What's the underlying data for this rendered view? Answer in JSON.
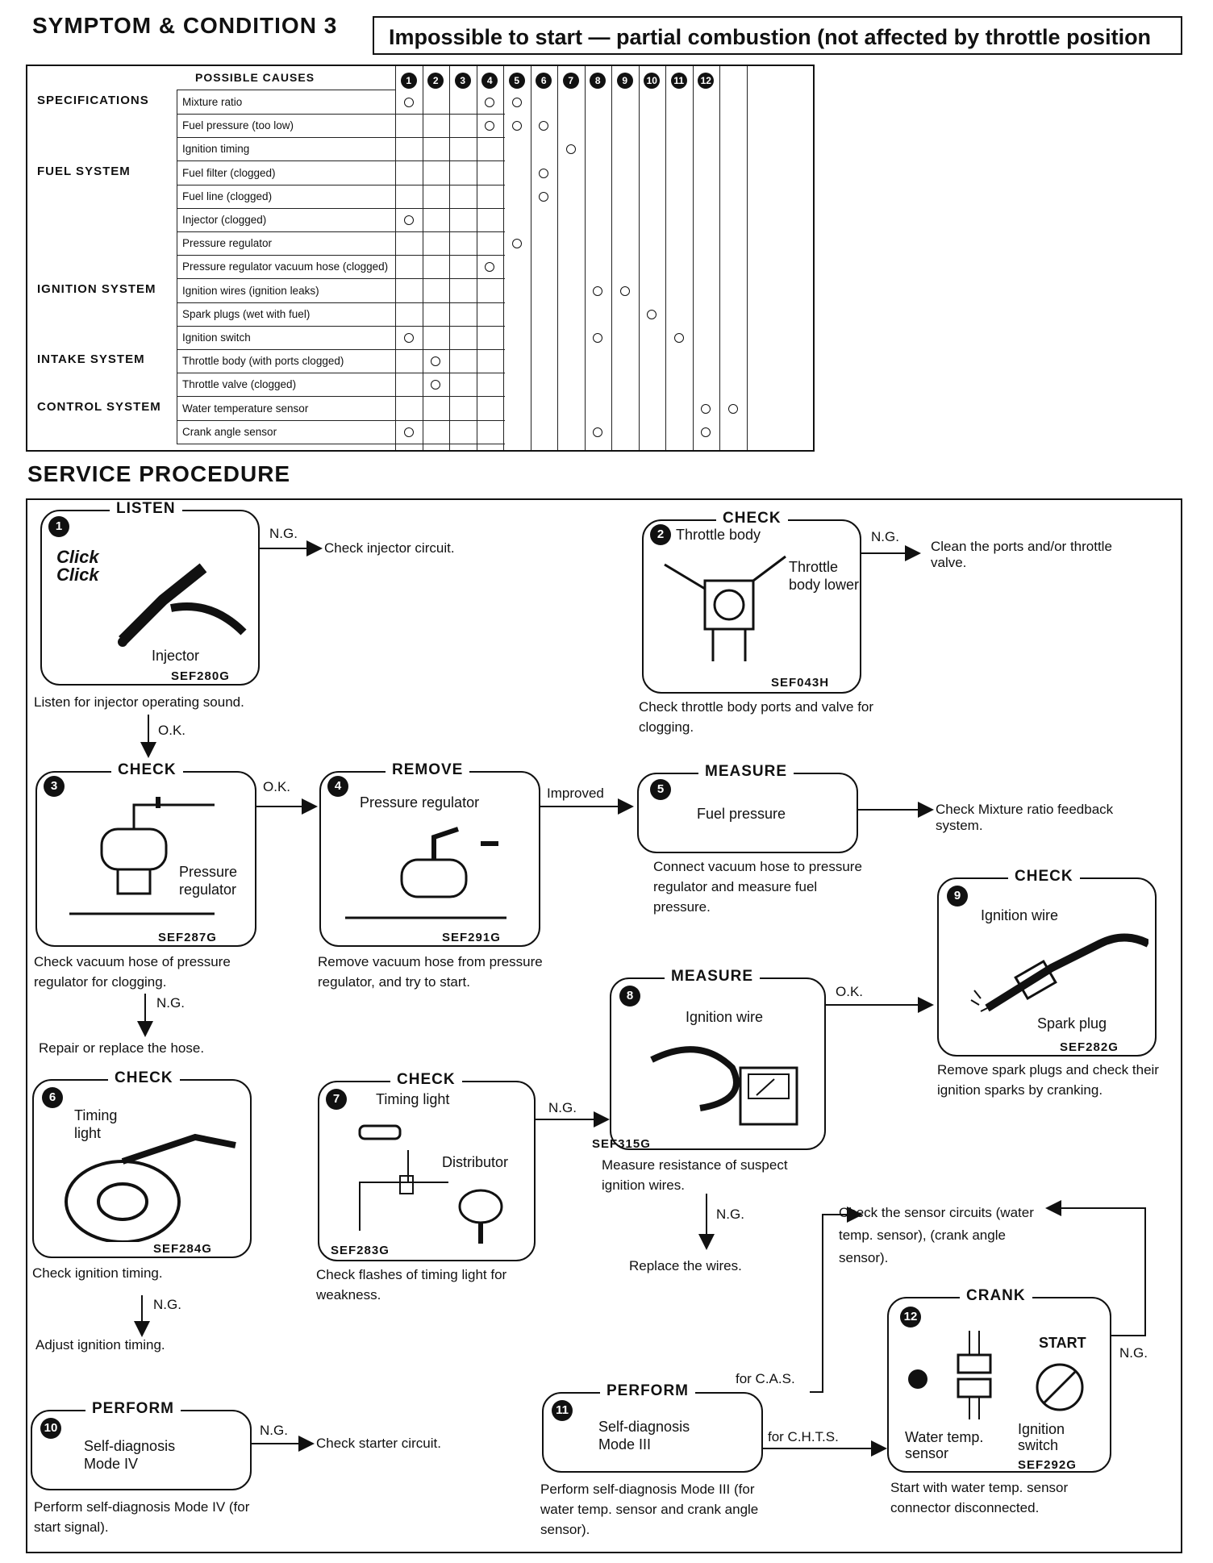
{
  "header": {
    "title": "SYMPTOM & CONDITION 3",
    "condition": "Impossible to start — partial combustion (not affected by throttle position"
  },
  "causes_table": {
    "heading": "POSSIBLE CAUSES",
    "columns": [
      "1",
      "2",
      "3",
      "4",
      "5",
      "6",
      "7",
      "8",
      "9",
      "10",
      "11",
      "12"
    ],
    "categories": [
      {
        "label": "SPECIFICATIONS",
        "row": 0
      },
      {
        "label": "FUEL SYSTEM",
        "row": 3
      },
      {
        "label": "IGNITION SYSTEM",
        "row": 8
      },
      {
        "label": "INTAKE SYSTEM",
        "row": 11
      },
      {
        "label": "CONTROL SYSTEM",
        "row": 13
      }
    ],
    "rows": [
      {
        "cause": "Mixture ratio",
        "marks": [
          1,
          4,
          5
        ]
      },
      {
        "cause": "Fuel pressure (too low)",
        "marks": [
          4,
          5,
          6
        ]
      },
      {
        "cause": "Ignition timing",
        "marks": [
          7
        ]
      },
      {
        "cause": "Fuel filter (clogged)",
        "marks": [
          6
        ]
      },
      {
        "cause": "Fuel line (clogged)",
        "marks": [
          6
        ]
      },
      {
        "cause": "Injector (clogged)",
        "marks": [
          1
        ]
      },
      {
        "cause": "Pressure regulator",
        "marks": [
          5
        ]
      },
      {
        "cause": "Pressure regulator vacuum hose (clogged)",
        "marks": [
          4
        ]
      },
      {
        "cause": "Ignition wires (ignition leaks)",
        "marks": [
          8,
          9
        ]
      },
      {
        "cause": "Spark plugs (wet with fuel)",
        "marks": [
          10
        ]
      },
      {
        "cause": "Ignition switch",
        "marks": [
          1,
          8,
          11
        ]
      },
      {
        "cause": "Throttle body (with ports clogged)",
        "marks": [
          2
        ]
      },
      {
        "cause": "Throttle valve (clogged)",
        "marks": [
          2
        ]
      },
      {
        "cause": "Water temperature sensor",
        "marks": [
          12,
          13
        ]
      },
      {
        "cause": "Crank angle sensor",
        "marks": [
          1,
          8,
          12
        ]
      }
    ]
  },
  "service": {
    "title": "SERVICE PROCEDURE",
    "steps": {
      "s1": {
        "num": "1",
        "label": "LISTEN",
        "inner": "Injector",
        "sound": "Click Click",
        "code": "SEF280G",
        "caption": "Listen for injector operating sound."
      },
      "s2": {
        "num": "2",
        "label": "CHECK",
        "inner": "Throttle body",
        "inner2": "Throttle body lower",
        "code": "SEF043H",
        "caption": "Check throttle body ports and valve for clogging."
      },
      "s3": {
        "num": "3",
        "label": "CHECK",
        "inner": "Pressure regulator",
        "code": "SEF287G",
        "caption": "Check vacuum hose of pressure regulator for clogging."
      },
      "s4": {
        "num": "4",
        "label": "REMOVE",
        "inner": "Pressure regulator",
        "code": "SEF291G",
        "caption": "Remove vacuum hose from pressure regulator, and try to start."
      },
      "s5": {
        "num": "5",
        "label": "MEASURE",
        "inner": "Fuel pressure",
        "caption": "Connect vacuum hose to pressure regulator and measure fuel pressure."
      },
      "s6": {
        "num": "6",
        "label": "CHECK",
        "inner": "Timing light",
        "code": "SEF284G",
        "caption": "Check ignition timing."
      },
      "s7": {
        "num": "7",
        "label": "CHECK",
        "inner": "Timing light",
        "inner2": "Distributor",
        "code": "SEF283G",
        "caption": "Check flashes of timing light for weakness."
      },
      "s8": {
        "num": "8",
        "label": "MEASURE",
        "inner": "Ignition wire",
        "code": "SEF315G",
        "caption": "Measure resistance of suspect ignition wires."
      },
      "s9": {
        "num": "9",
        "label": "CHECK",
        "inner": "Ignition wire",
        "inner2": "Spark plug",
        "code": "SEF282G",
        "caption": "Remove spark plugs and check their ignition sparks by cranking."
      },
      "s10": {
        "num": "10",
        "label": "PERFORM",
        "inner": "Self-diagnosis Mode IV",
        "caption": "Perform self-diagnosis Mode IV (for start signal)."
      },
      "s11": {
        "num": "11",
        "label": "PERFORM",
        "inner": "Self-diagnosis Mode III",
        "caption": "Perform self-diagnosis Mode III (for water temp. sensor and crank angle sensor)."
      },
      "s12": {
        "num": "12",
        "label": "CRANK",
        "inner": "START",
        "inner2": "Water temp. sensor",
        "inner3": "Ignition switch",
        "code": "SEF292G",
        "caption": "Start with water temp. sensor connector disconnected."
      }
    },
    "results": {
      "r1": "Check injector circuit.",
      "r2": "Clean the ports and/or throttle valve.",
      "r3": "Repair or replace the hose.",
      "r5": "Check Mixture ratio feedback system.",
      "r6": "Adjust ignition timing.",
      "r8": "Replace the wires.",
      "r10": "Check starter circuit.",
      "r11": "Check the sensor circuits (water temp. sensor), (crank angle sensor)."
    },
    "arrow_labels": {
      "ng": "N.G.",
      "ok": "O.K.",
      "improved": "Improved",
      "cas": "for C.A.S.",
      "chts": "for C.H.T.S."
    }
  }
}
